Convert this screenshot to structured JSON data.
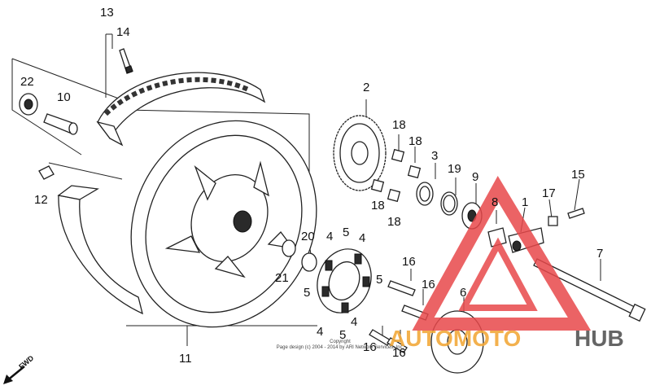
{
  "diagram": {
    "callouts": [
      {
        "id": "c13",
        "text": "13"
      },
      {
        "id": "c14",
        "text": "14"
      },
      {
        "id": "c22",
        "text": "22"
      },
      {
        "id": "c10",
        "text": "10"
      },
      {
        "id": "c12",
        "text": "12"
      },
      {
        "id": "c2",
        "text": "2"
      },
      {
        "id": "c18a",
        "text": "18"
      },
      {
        "id": "c18b",
        "text": "18"
      },
      {
        "id": "c18c",
        "text": "18"
      },
      {
        "id": "c18d",
        "text": "18"
      },
      {
        "id": "c3",
        "text": "3"
      },
      {
        "id": "c19",
        "text": "19"
      },
      {
        "id": "c9",
        "text": "9"
      },
      {
        "id": "c15",
        "text": "15"
      },
      {
        "id": "c8",
        "text": "8"
      },
      {
        "id": "c1",
        "text": "1"
      },
      {
        "id": "c17",
        "text": "17"
      },
      {
        "id": "c7",
        "text": "7"
      },
      {
        "id": "c20",
        "text": "20"
      },
      {
        "id": "c21",
        "text": "21"
      },
      {
        "id": "c4a",
        "text": "4"
      },
      {
        "id": "c5a",
        "text": "5"
      },
      {
        "id": "c4b",
        "text": "4"
      },
      {
        "id": "c5b",
        "text": "5"
      },
      {
        "id": "c5c",
        "text": "5"
      },
      {
        "id": "c4c",
        "text": "4"
      },
      {
        "id": "c4d",
        "text": "4"
      },
      {
        "id": "c5d",
        "text": "5"
      },
      {
        "id": "c16a",
        "text": "16"
      },
      {
        "id": "c16b",
        "text": "16"
      },
      {
        "id": "c16c",
        "text": "16"
      },
      {
        "id": "c16d",
        "text": "16"
      },
      {
        "id": "c6",
        "text": "6"
      },
      {
        "id": "c11",
        "text": "11"
      }
    ],
    "fwd_label": "FWD",
    "copyright_lines": [
      "Copyright",
      "Page design (c) 2004 - 2014 by ARI Network Services, Inc."
    ]
  },
  "watermark": {
    "text_part1": "AUTOMOTO",
    "text_part2": "HUB",
    "colors": {
      "triangle": "#e8484a",
      "part1": "#f2a93b",
      "part2": "#555555"
    }
  }
}
